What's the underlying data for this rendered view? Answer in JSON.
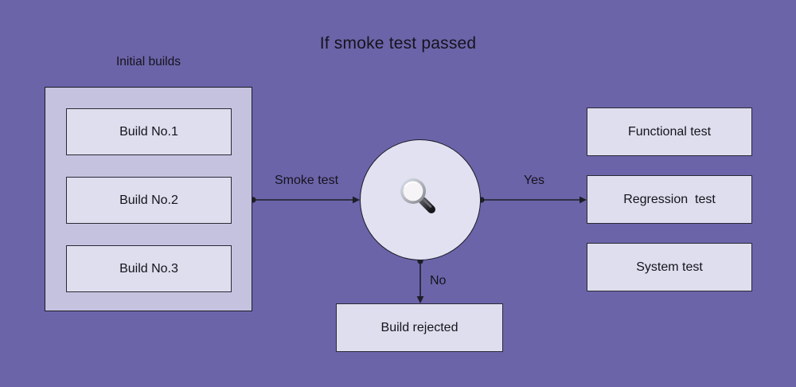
{
  "title": "If smoke test passed",
  "colors": {
    "background": "#6b64a9",
    "group_fill": "#c5c2e0",
    "node_fill": "#dfdeee",
    "circle_fill": "#e2e1f2",
    "stroke": "#1c1c26",
    "text": "#14141c"
  },
  "initial_builds": {
    "label": "Initial builds",
    "builds": [
      {
        "label": "Build No.1"
      },
      {
        "label": "Build No.2"
      },
      {
        "label": "Build No.3"
      }
    ]
  },
  "decision": {
    "icon": "magnifying-glass-icon"
  },
  "edges": {
    "smoke_test_label": "Smoke test",
    "yes_label": "Yes",
    "no_label": "No"
  },
  "outcomes": {
    "functional": "Functional test",
    "regression": "Regression  test",
    "system": "System test",
    "rejected": "Build rejected"
  }
}
